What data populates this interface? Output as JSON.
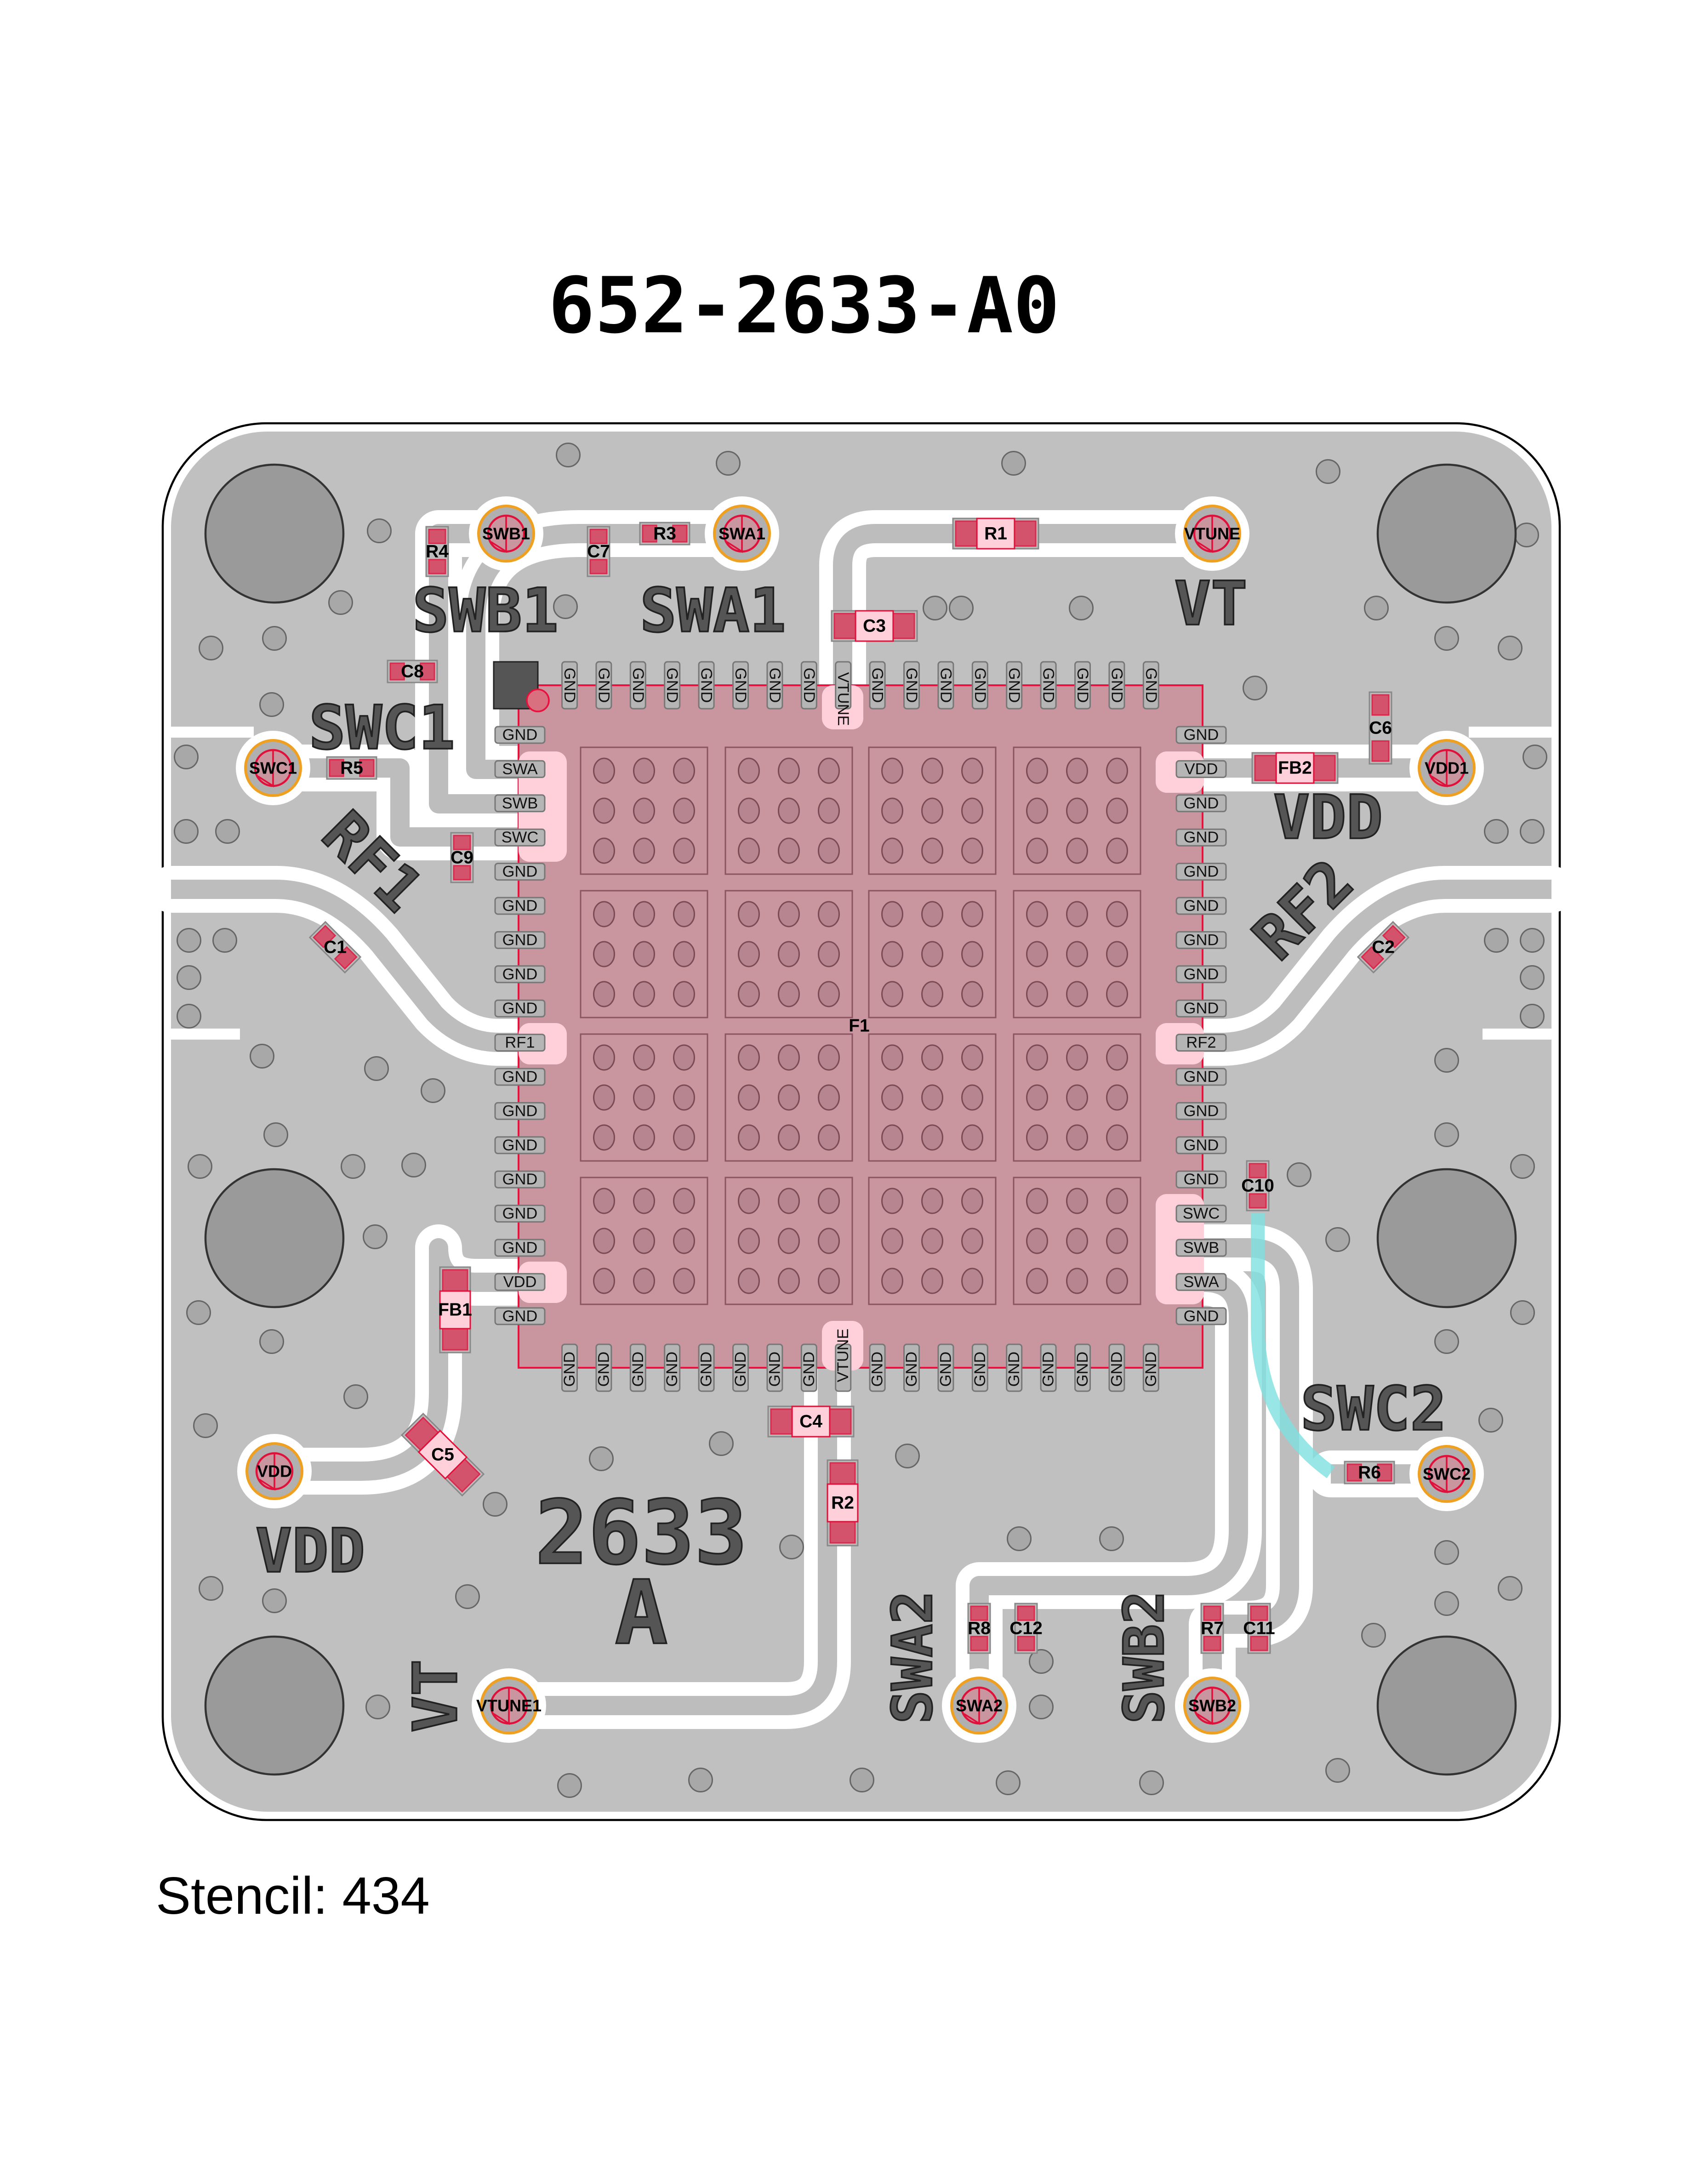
{
  "title": "652-2633-A0",
  "stencil": "Stencil: 434",
  "chip": {
    "ref": "F1",
    "top_pins": [
      "GND",
      "GND",
      "GND",
      "GND",
      "GND",
      "GND",
      "GND",
      "GND",
      "VTUNE",
      "GND",
      "GND",
      "GND",
      "GND",
      "GND",
      "GND",
      "GND",
      "GND",
      "GND"
    ],
    "bottom_pins": [
      "GND",
      "GND",
      "GND",
      "GND",
      "GND",
      "GND",
      "GND",
      "GND",
      "VTUNE",
      "GND",
      "GND",
      "GND",
      "GND",
      "GND",
      "GND",
      "GND",
      "GND",
      "GND"
    ],
    "left_pins": [
      "GND",
      "SWA",
      "SWB",
      "SWC",
      "GND",
      "GND",
      "GND",
      "GND",
      "GND",
      "RF1",
      "GND",
      "GND",
      "GND",
      "GND",
      "GND",
      "GND",
      "VDD",
      "GND"
    ],
    "right_pins": [
      "GND",
      "VDD",
      "GND",
      "GND",
      "GND",
      "GND",
      "GND",
      "GND",
      "GND",
      "RF2",
      "GND",
      "GND",
      "GND",
      "GND",
      "SWC",
      "SWB",
      "SWA",
      "GND"
    ]
  },
  "components": [
    "R4",
    "C7",
    "R3",
    "R1",
    "C3",
    "C8",
    "C6",
    "R5",
    "FB2",
    "C9",
    "C1",
    "C2",
    "C10",
    "FB1",
    "C4",
    "C5",
    "R2",
    "R6",
    "R8",
    "C12",
    "R7",
    "C11"
  ],
  "test_points": [
    "SWB1",
    "SWA1",
    "VTUNE",
    "SWC1",
    "VDD1",
    "VDD",
    "SWC2",
    "VTUNE1",
    "SWA2",
    "SWB2"
  ],
  "silkscreen": [
    "SWB1",
    "SWA1",
    "VT",
    "SWC1",
    "VDD",
    "RF1",
    "RF2",
    "SWC2",
    "VDD",
    "2633",
    "A",
    "VT",
    "SWA2",
    "SWB2"
  ],
  "colors": {
    "board": "#c0c0c0",
    "chip_fill": "#c9959f",
    "chip_outline": "#e8103c",
    "pad": "#d9415f",
    "test_point_ring": "#f0a020",
    "clearance": "#ffffff",
    "cyan_trace": "#7fe0e0"
  }
}
